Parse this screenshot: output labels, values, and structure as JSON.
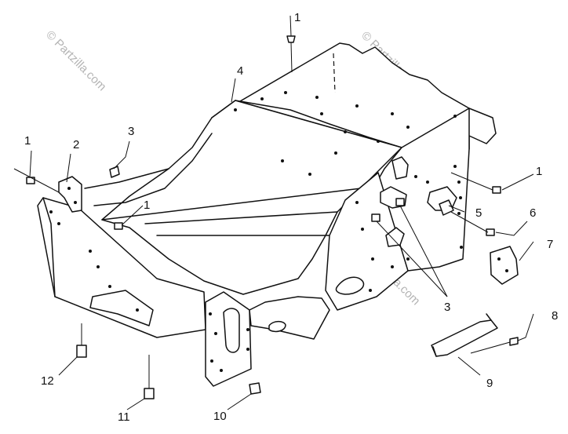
{
  "watermarks": [
    "© Partzilla.com",
    "© Partzilla.com",
    "© Partzilla.com",
    "© Partzilla.com"
  ],
  "callouts": [
    "1",
    "1",
    "1",
    "1",
    "2",
    "3",
    "3",
    "4",
    "5",
    "6",
    "7",
    "8",
    "9",
    "10",
    "11",
    "12"
  ]
}
